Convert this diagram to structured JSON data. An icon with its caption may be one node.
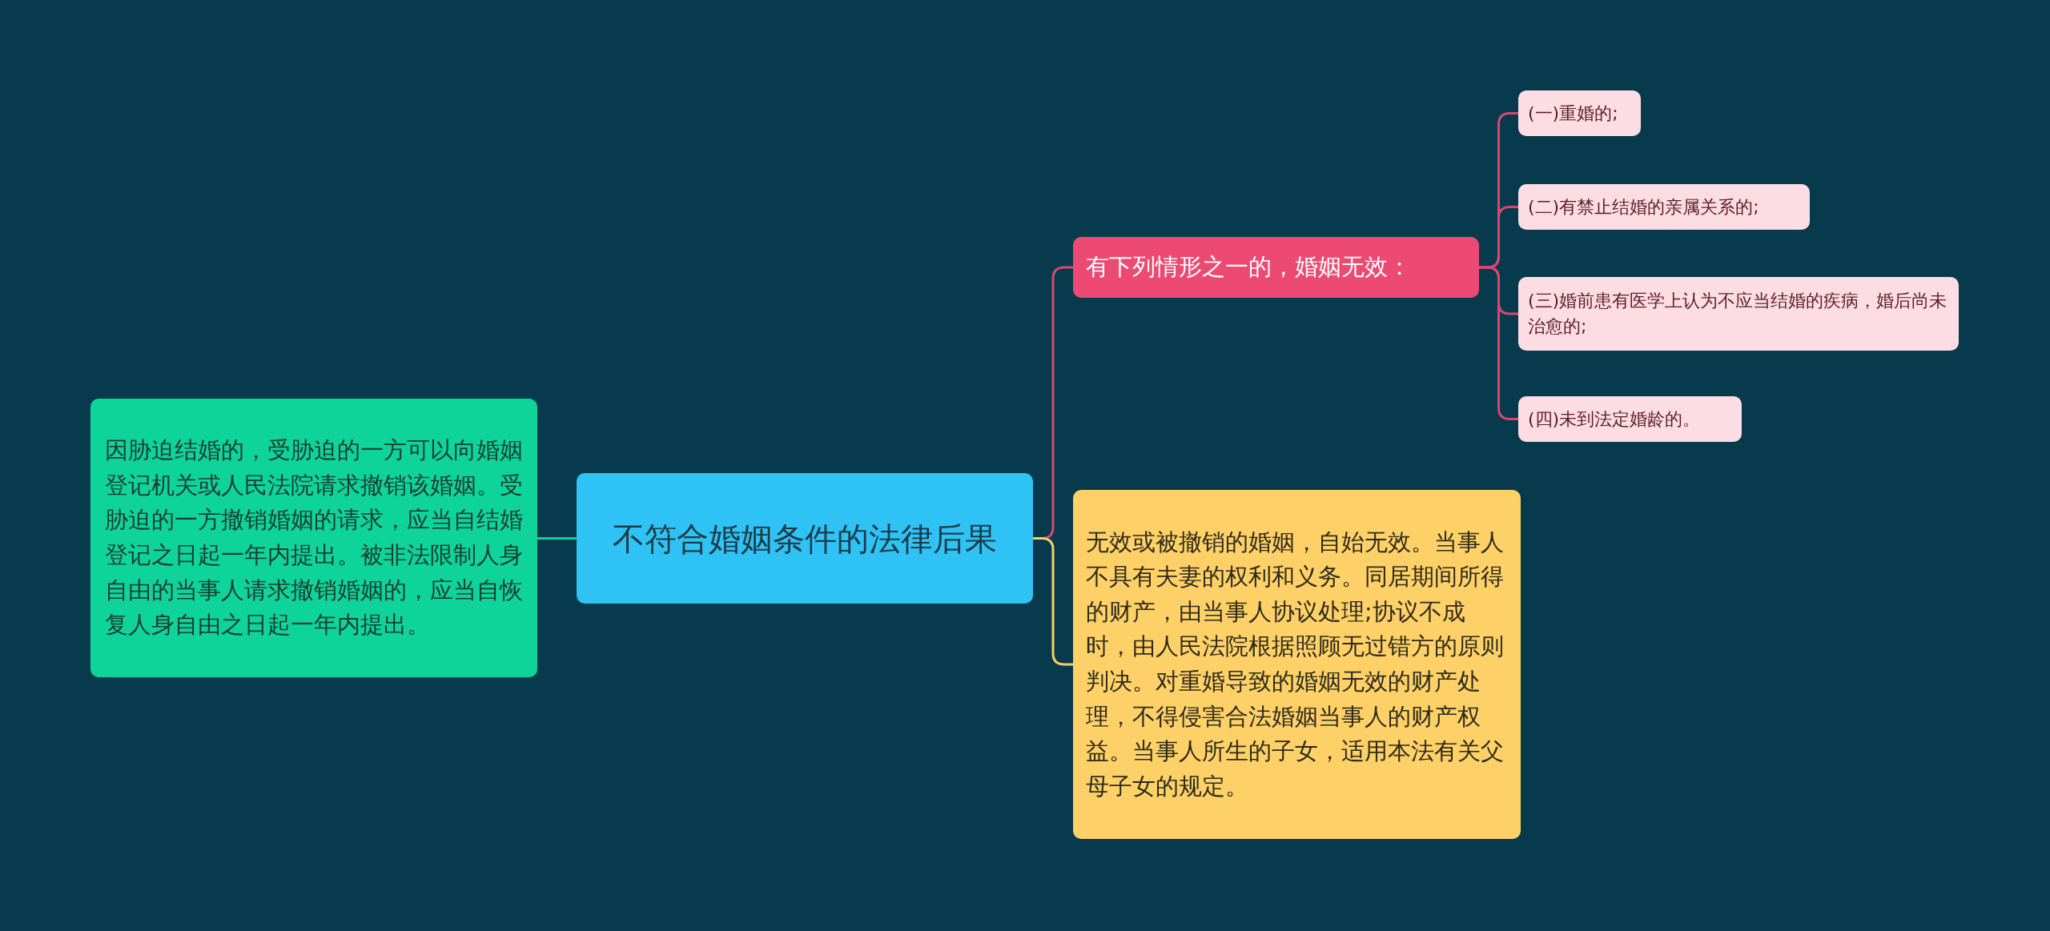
{
  "diagram": {
    "nodes": [
      {
        "text": [
          "不符合婚姻条件的法律后果"
        ]
      },
      {
        "text": [
          "因胁迫结婚的，受胁迫的一方可以向婚姻登记机关或人民法院请求撤销该婚姻。受胁迫的一方撤销婚姻的请求，应当自结婚登记之日起一年内提出。被非法限制人身自由的当事人请求撤销婚姻的，应当自恢复人身自由之日起一年内提出。"
        ]
      },
      {
        "text": [
          "有下列情形之一的，婚姻无效："
        ]
      },
      {
        "text": [
          "(一)重婚的;"
        ]
      },
      {
        "text": [
          "(二)有禁止结婚的亲属关系的;"
        ]
      },
      {
        "text": [
          "(三)婚前患有医学上认为不应当结婚的疾病，婚后尚未治愈的;"
        ]
      },
      {
        "text": [
          "(四)未到法定婚龄的。"
        ]
      },
      {
        "text": [
          "无效或被撤销的婚姻，自始无效。当事人不具有夫妻的权利和义务。同居期间所得的财产，由当事人协议处理;协议不成时，由人民法院根据照顾无过错方的原则判决。对重婚导致的婚姻无效的财产处理，不得侵害合法婚姻当事人的财产权益。当事人所生的子女，适用本法有关父母子女的规定。"
        ]
      }
    ],
    "edges": [
      {
        "from": 0,
        "to": 1,
        "arrow": "none",
        "color": "#0bd39a"
      },
      {
        "from": 0,
        "to": 2,
        "arrow": "none"
      },
      {
        "from": 2,
        "to": 3,
        "arrow": "none"
      },
      {
        "from": 2,
        "to": 4,
        "arrow": "none"
      },
      {
        "from": 2,
        "to": 5,
        "arrow": "none"
      },
      {
        "from": 2,
        "to": 6,
        "arrow": "none"
      },
      {
        "from": 0,
        "to": 7,
        "arrow": "none",
        "color": "#f5d061"
      }
    ]
  }
}
